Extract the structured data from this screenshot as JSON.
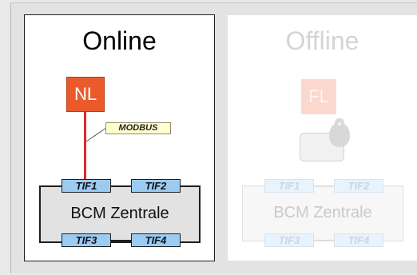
{
  "online": {
    "title": "Online",
    "node": "NL",
    "connection_label": "MODBUS",
    "central": "BCM Zentrale",
    "interfaces": [
      "TIF1",
      "TIF2",
      "TIF3",
      "TIF4"
    ]
  },
  "offline": {
    "title": "Offline",
    "node": "FL",
    "central": "BCM Zentrale",
    "interfaces": [
      "TIF1",
      "TIF2",
      "TIF3",
      "TIF4"
    ]
  },
  "colors": {
    "node_online": "#ea5a2b",
    "bus_line": "#d92a2a",
    "interface": "#9ccbf2",
    "callout": "#ffffcf"
  }
}
